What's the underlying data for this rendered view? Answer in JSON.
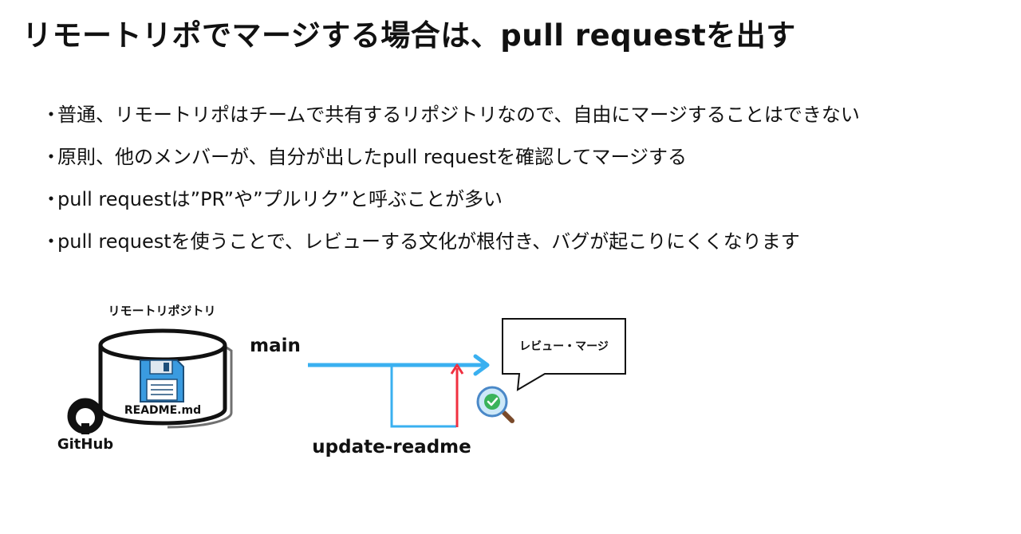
{
  "title": "リモートリポでマージする場合は、pull requestを出す",
  "bullets": [
    {
      "marker": "・",
      "text": "普通、リモートリポはチームで共有するリポジトリなので、自由にマージすることはできない"
    },
    {
      "marker": "・",
      "text": "原則、他のメンバーが、自分が出したpull requestを確認してマージする"
    },
    {
      "marker": "・",
      "text": "pull requestは”PR”や”プルリク”と呼ぶことが多い"
    },
    {
      "marker": "・",
      "text": "pull requestを使うことで、レビューする文化が根付き、バグが起こりにくくなります"
    }
  ],
  "diagram": {
    "repo_label": "リモートリポジトリ",
    "file_label": "README.md",
    "github_label": "GitHub",
    "main_branch": "main",
    "feature_branch": "update-readme",
    "bubble_text": "レビュー・マージ",
    "colors": {
      "main_line": "#3ab0f0",
      "feature_line": "#3ab0f0",
      "merge_arrow": "#f03040",
      "floppy": "#3a9be0",
      "check": "#3ab35a"
    },
    "icons": [
      "github-icon",
      "floppy-disk-icon",
      "magnifier-check-icon",
      "speech-bubble-icon"
    ]
  }
}
